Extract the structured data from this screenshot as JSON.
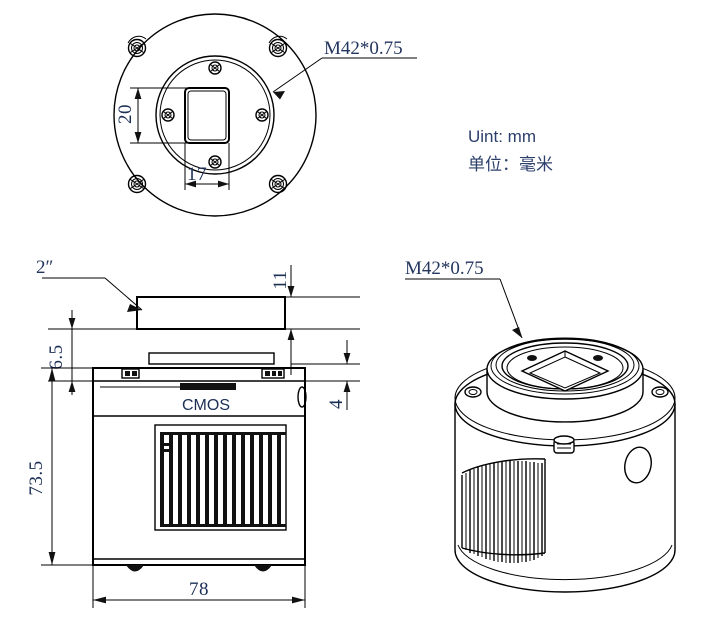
{
  "document": {
    "type": "mechanical-drawing",
    "subject": "CMOS astronomy camera",
    "background_color": "#ffffff",
    "line_color": "#000000",
    "dimension_text_color": "#1b2f55",
    "note_text_color": "#24365e"
  },
  "views": {
    "front": {
      "name": "front-view",
      "labels": {
        "thread": "M42*0.75",
        "dim_vertical": "20",
        "dim_horizontal": "17"
      }
    },
    "side": {
      "name": "side-view",
      "labels": {
        "filter_size": "2″",
        "dim_back_focus": "6.5",
        "dim_window": "11",
        "dim_flange": "4",
        "dim_height": "73.5",
        "dim_width": "78",
        "sensor_label": "CMOS"
      }
    },
    "isometric": {
      "name": "isometric-view",
      "labels": {
        "thread": "M42*0.75"
      }
    }
  },
  "unit_note": {
    "line_en": "Uint: mm",
    "line_cn": "单位：毫米"
  },
  "dimensions_summary": {
    "sensor_width_mm": "17",
    "sensor_height_mm": "20",
    "body_width_mm": "78",
    "body_height_mm": "73.5",
    "window_thickness_mm": "11",
    "flange_mm": "4",
    "back_focus_mm": "6.5",
    "thread": "M42*0.75",
    "filter_size_inch": "2″"
  }
}
